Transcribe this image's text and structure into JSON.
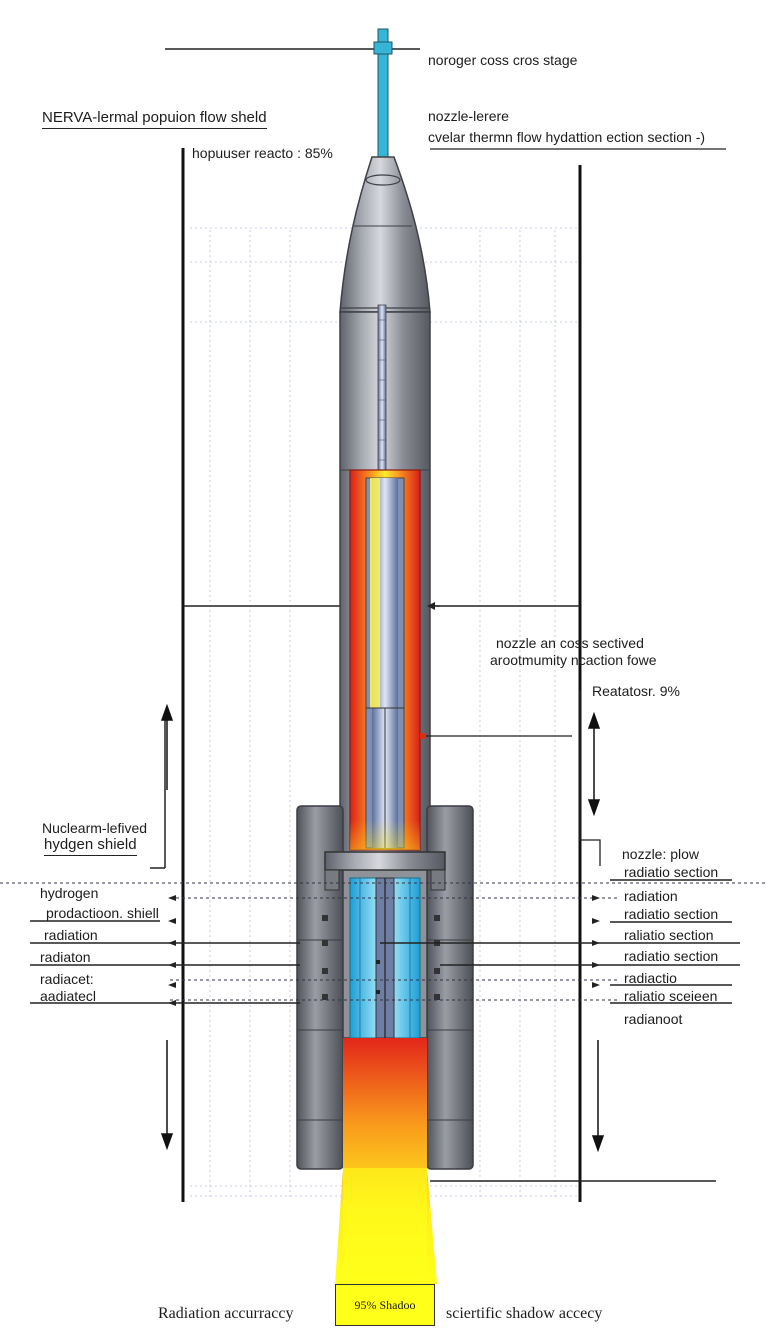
{
  "title": "NERVA-lermal popuion flow sheld",
  "labels": {
    "top_right_stage": "noroger coss cros stage",
    "nozzle_line1": "nozzle-lerere",
    "nozzle_line2": "cvelar thermn flow hydattion ection section -)",
    "reactor_readout": "hopuuser reacto : 85%",
    "mid_cross_line1": "nozzle an coss sectived",
    "mid_cross_line2": "arootmumity ncaction fowe",
    "radiation_readout": "Reatatosr. 9%",
    "left_shield_line1": "Nuclearm-lefived",
    "left_shield_line2": "hydgen shield",
    "left_list": [
      "hydrogen",
      "prodactioon. shiell",
      "radiation",
      "radiaton",
      "radiacet:",
      "aadiatecl"
    ],
    "right_list": [
      "nozzle: plow",
      "radiatio section",
      "radiation",
      "radiatio section",
      "raliatio section",
      "radiatio section",
      "radiactio",
      "raliatio sceieen",
      "radianoot"
    ],
    "bottom_left": "Radiation accurraccy",
    "shadow_box": "95% Shadoo",
    "bottom_right": "sciertific shadow accecy"
  },
  "colors": {
    "body_gray": "#8d9099",
    "body_dark": "#5d6068",
    "core_red": "#e0301c",
    "core_yellow": "#ffe21a",
    "coolant_cyan": "#44d4f2",
    "exhaust_yellow": "#ffff1a",
    "probe_cyan": "#35b6d6"
  },
  "icons": [
    "up-arrow-icon",
    "down-arrow-icon",
    "left-pointer-icon"
  ]
}
